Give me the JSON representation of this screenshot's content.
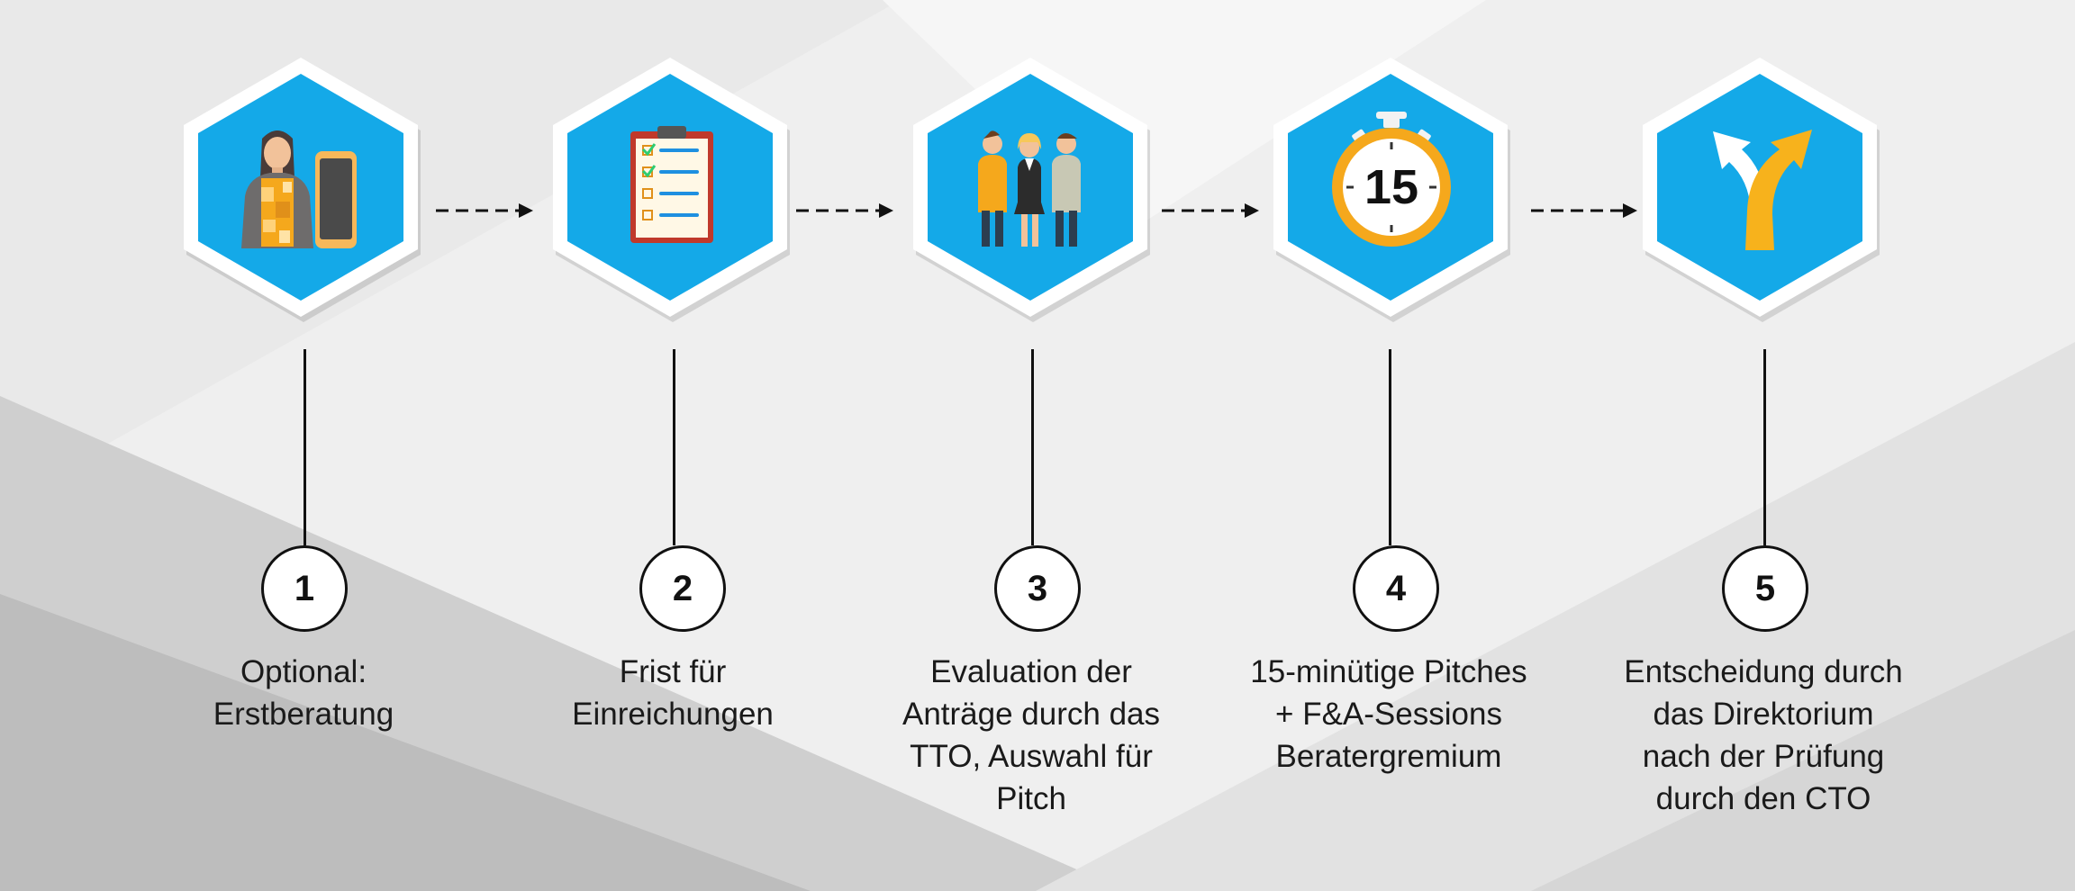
{
  "colors": {
    "hex_fill": "#14a9e8",
    "hex_border": "#ffffff",
    "accent": "#f7a51c",
    "line": "#111111"
  },
  "steps": [
    {
      "number": "1",
      "icon": "consultation-person-phone-icon",
      "lines": [
        "Optional:",
        "Erstberatung"
      ]
    },
    {
      "number": "2",
      "icon": "checklist-clipboard-icon",
      "lines": [
        "Frist für",
        "Einreichungen"
      ]
    },
    {
      "number": "3",
      "icon": "team-people-icon",
      "lines": [
        "Evaluation der",
        "Anträge durch das",
        "TTO, Auswahl für",
        "Pitch"
      ]
    },
    {
      "number": "4",
      "icon": "stopwatch-15-icon",
      "timer_text": "15",
      "lines": [
        "15-minütige Pitches",
        "+ F&A-Sessions",
        "Beratergremium"
      ]
    },
    {
      "number": "5",
      "icon": "decision-fork-arrows-icon",
      "lines": [
        "Entscheidung durch",
        "das Direktorium",
        "nach der Prüfung",
        "durch den CTO"
      ]
    }
  ]
}
